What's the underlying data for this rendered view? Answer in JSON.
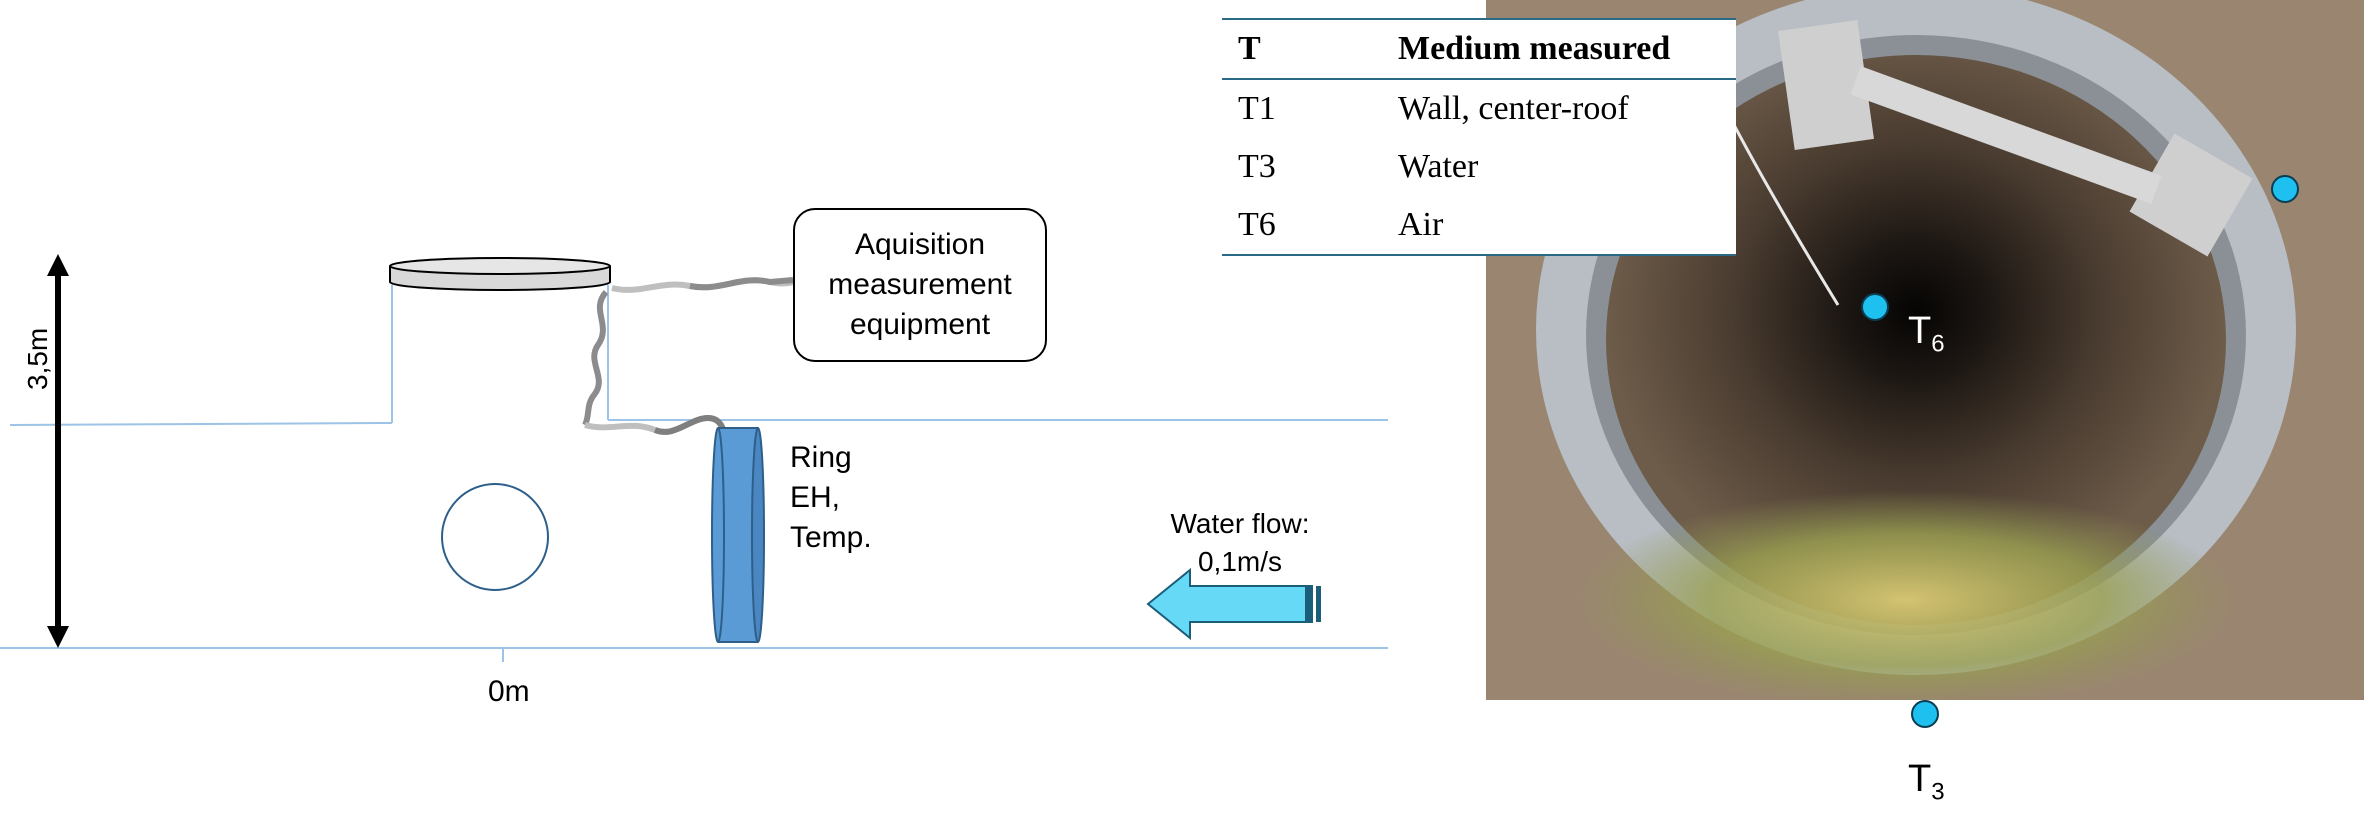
{
  "diagram": {
    "height_label": "3,5m",
    "acquisition_box": [
      "Aquisition",
      "measurement",
      "equipment"
    ],
    "ring_label": [
      "Ring",
      "EH,",
      "Temp."
    ],
    "flow_label": [
      "Water flow:",
      "0,1m/s"
    ],
    "position_label": "0m"
  },
  "table": {
    "headers": [
      "T",
      "Medium measured"
    ],
    "rows": [
      {
        "sensor": "T1",
        "medium": "Wall, center-roof"
      },
      {
        "sensor": "T3",
        "medium": "Water"
      },
      {
        "sensor": "T6",
        "medium": "Air"
      }
    ]
  },
  "photo_labels": {
    "t6": {
      "letter": "T",
      "sub": "6"
    },
    "t3": {
      "letter": "T",
      "sub": "3"
    }
  },
  "colors": {
    "sensor_dot": "#1ec0f0",
    "ring": "#5b9bd5",
    "arrow": "#66d9f7",
    "pipe_line": "#9dc3e6"
  }
}
